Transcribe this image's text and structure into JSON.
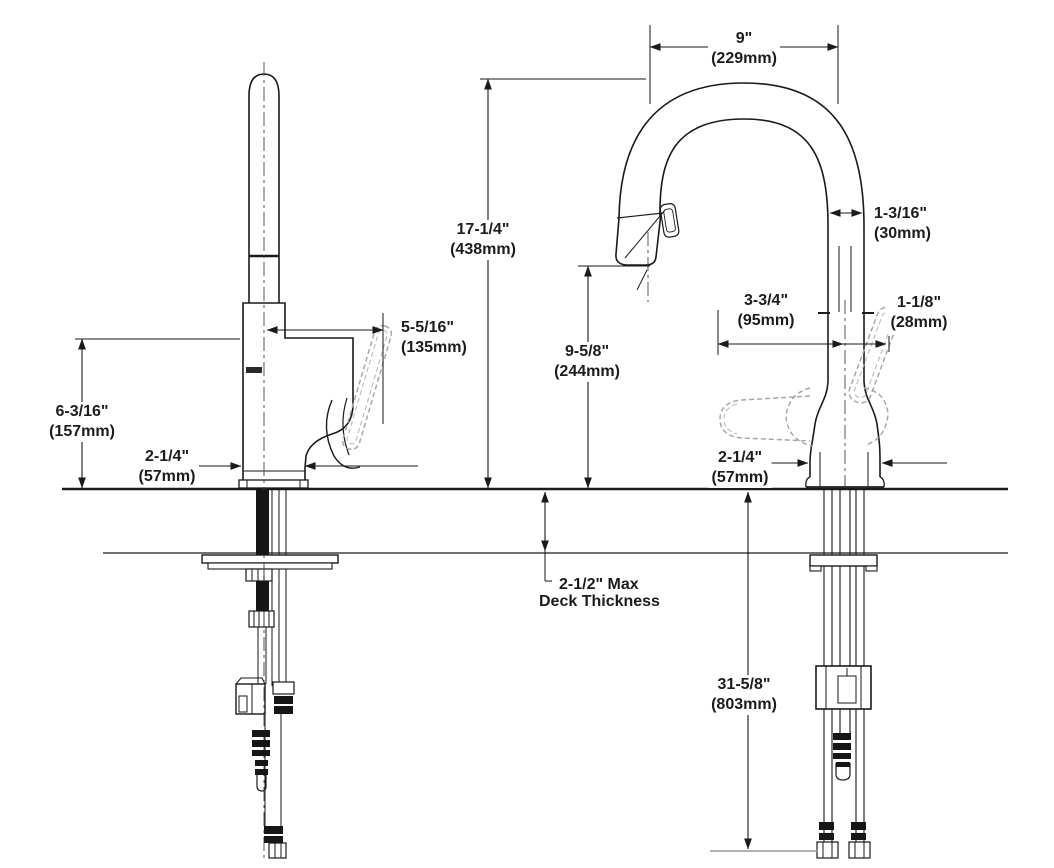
{
  "drawing": {
    "kind": "faucet installation dimension drawing",
    "colors": {
      "line": "#1a1a1a",
      "phantom": "#a8a8a8",
      "text": "#1c1c1c"
    }
  },
  "dims": {
    "spout_reach": {
      "in": "9\"",
      "mm": "(229mm)"
    },
    "overall_height": {
      "in": "17-1/4\"",
      "mm": "(438mm)"
    },
    "spout_diameter": {
      "in": "1-3/16\"",
      "mm": "(30mm)"
    },
    "spout_outlet_height": {
      "in": "9-5/8\"",
      "mm": "(244mm)"
    },
    "handle_clearance": {
      "in": "3-3/4\"",
      "mm": "(95mm)"
    },
    "handle_width": {
      "in": "1-1/8\"",
      "mm": "(28mm)"
    },
    "handle_reach": {
      "in": "5-5/16\"",
      "mm": "(135mm)"
    },
    "body_height": {
      "in": "6-3/16\"",
      "mm": "(157mm)"
    },
    "base_width_left": {
      "in": "2-1/4\"",
      "mm": "(57mm)"
    },
    "base_width_right": {
      "in": "2-1/4\"",
      "mm": "(57mm)"
    },
    "deck_thickness": {
      "line1": "2-1/2\" Max",
      "line2": "Deck Thickness"
    },
    "supply_length": {
      "in": "31-5/8\"",
      "mm": "(803mm)"
    }
  }
}
